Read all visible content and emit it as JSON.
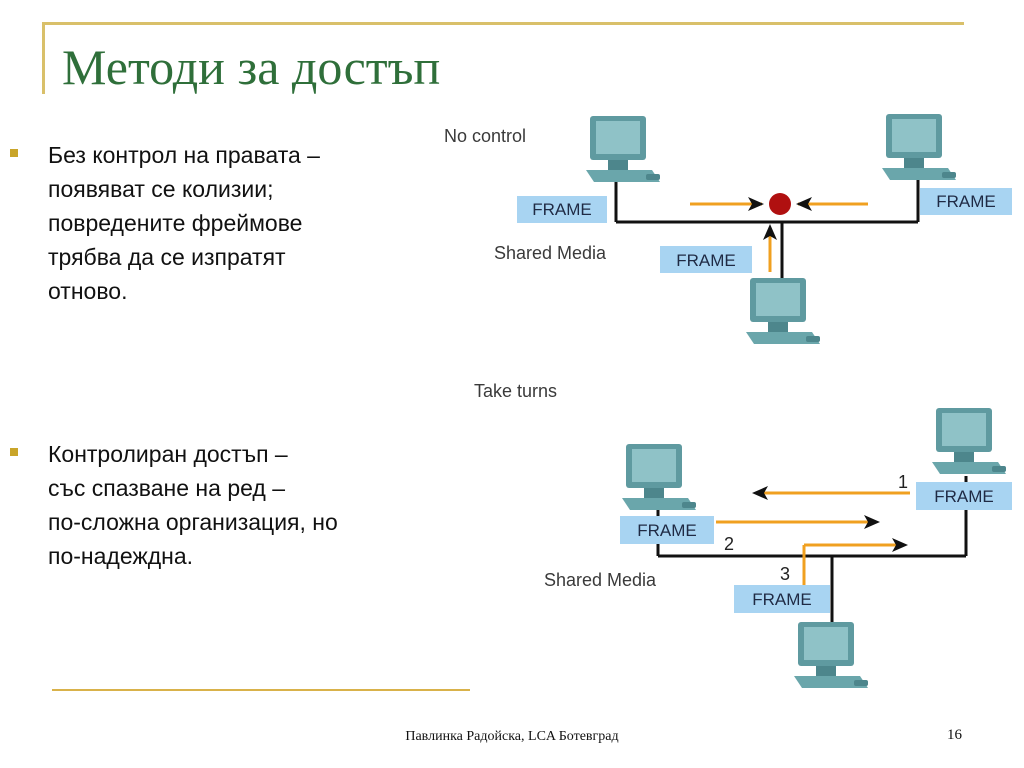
{
  "slide": {
    "title": "Методи за достъп",
    "bullets": [
      {
        "text": "Без контрол на правата –\nпоявяват се колизии;\nповредените фреймове\nтрябва да се изпратят\nотново."
      },
      {
        "text": "Контролиран достъп –\nсъс спазване на ред –\nпо-сложна организация, но\nпо-надеждна."
      }
    ],
    "footer": "Павлинка Радойска, LCA Ботевград",
    "page_number": "16"
  },
  "diagram_top": {
    "label": "No control",
    "media_label": "Shared Media",
    "frame_label": "FRAME"
  },
  "diagram_bottom": {
    "label": "Take turns",
    "media_label": "Shared Media",
    "frame_label": "FRAME",
    "step_numbers": [
      "1",
      "2",
      "3"
    ]
  },
  "colors": {
    "title": "#2f6f3a",
    "accent_rule": "#d9c06a",
    "bullet_marker": "#c9a52a",
    "frame_box": "#a8d4f2",
    "arrow_orange": "#f0a020",
    "collision": "#b01010",
    "computer": "#5f9aa0"
  }
}
